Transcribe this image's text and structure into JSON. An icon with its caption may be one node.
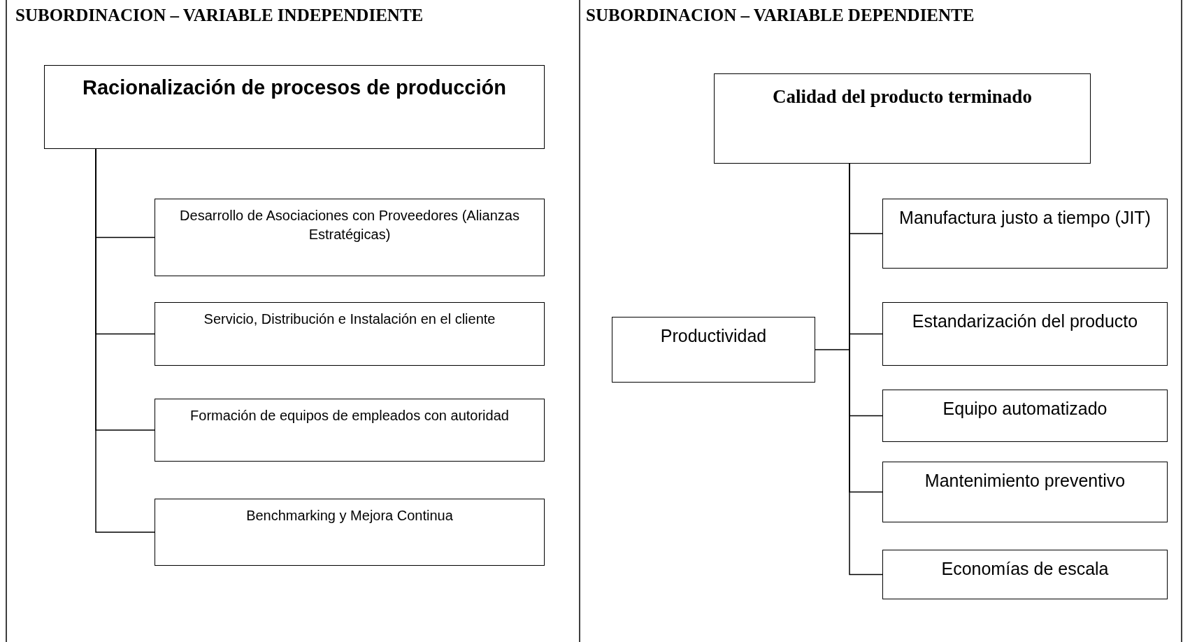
{
  "diagram": {
    "nodes": [
      {
        "text": [
          "Racionalización de procesos de producción"
        ]
      },
      {
        "text": [
          "Desarrollo de Asociaciones con Proveedores (Alianzas Estratégicas)"
        ]
      },
      {
        "text": [
          "Servicio, Distribución e Instalación en el cliente"
        ]
      },
      {
        "text": [
          "Formación de equipos de empleados con autoridad"
        ]
      },
      {
        "text": [
          "Benchmarking y Mejora Continua"
        ]
      },
      {
        "text": [
          "Calidad del producto terminado"
        ]
      },
      {
        "text": [
          "Productividad"
        ]
      },
      {
        "text": [
          "Manufactura justo a tiempo (JIT)"
        ]
      },
      {
        "text": [
          "Estandarización del producto"
        ]
      },
      {
        "text": [
          "Equipo automatizado"
        ]
      },
      {
        "text": [
          "Mantenimiento preventivo"
        ]
      },
      {
        "text": [
          "Economías de escala"
        ]
      }
    ],
    "edges": [
      {
        "from": 0,
        "to": 1,
        "arrow": "none"
      },
      {
        "from": 0,
        "to": 2,
        "arrow": "none"
      },
      {
        "from": 0,
        "to": 3,
        "arrow": "none"
      },
      {
        "from": 0,
        "to": 4,
        "arrow": "none"
      },
      {
        "from": 5,
        "to": 6,
        "arrow": "none"
      },
      {
        "from": 5,
        "to": 7,
        "arrow": "none"
      },
      {
        "from": 5,
        "to": 8,
        "arrow": "none"
      },
      {
        "from": 5,
        "to": 9,
        "arrow": "none"
      },
      {
        "from": 5,
        "to": 10,
        "arrow": "none"
      },
      {
        "from": 5,
        "to": 11,
        "arrow": "none"
      }
    ],
    "labels": [
      "SUBORDINACION – VARIABLE INDEPENDIENTE",
      "SUBORDINACION – VARIABLE DEPENDIENTE"
    ]
  }
}
